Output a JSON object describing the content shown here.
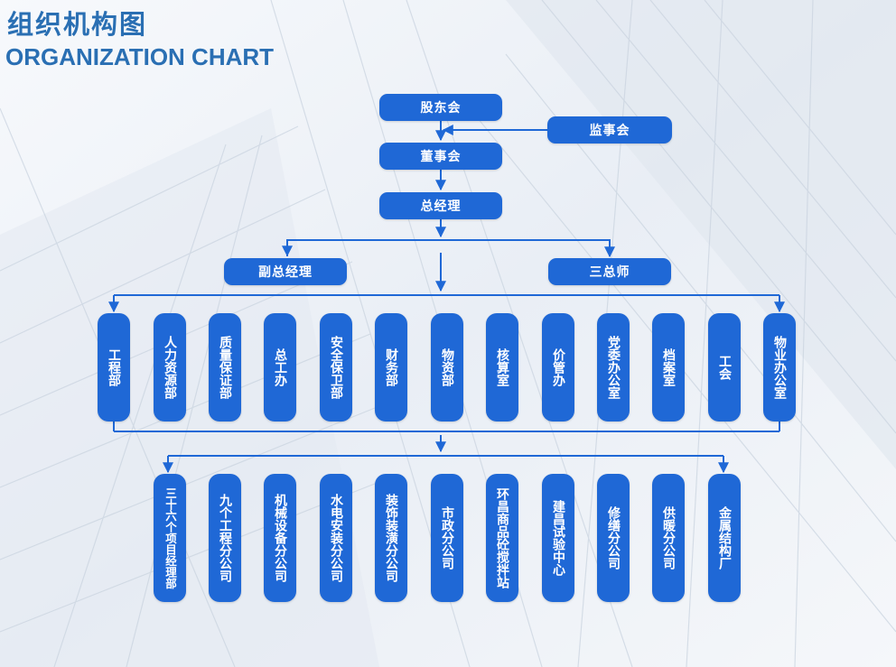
{
  "title_cn": "组织机构图",
  "title_en": "ORGANIZATION CHART",
  "colors": {
    "accent": "#1f68d6",
    "title": "#2a6fb3",
    "line": "#1f68d6"
  },
  "top": {
    "shareholders": "股东会",
    "supervisors": "监事会",
    "board": "董事会",
    "gm": "总经理",
    "vice_gm": "副总经理",
    "chiefs": "三总师"
  },
  "departments": [
    "工程部",
    "人力资源部",
    "质量保证部",
    "总工办",
    "安全保卫部",
    "财务部",
    "物资部",
    "核算室",
    "价管办",
    "党委办公室",
    "档案室",
    "工会",
    "物业办公室"
  ],
  "subsidiaries": [
    "三十六个项目经理部",
    "九个工程分公司",
    "机械设备分公司",
    "水电安装分公司",
    "装饰装潢分公司",
    "市政分公司",
    "环昌商品砼搅拌站",
    "建昌试验中心",
    "修缮分公司",
    "供暖分公司",
    "金属结构厂"
  ]
}
